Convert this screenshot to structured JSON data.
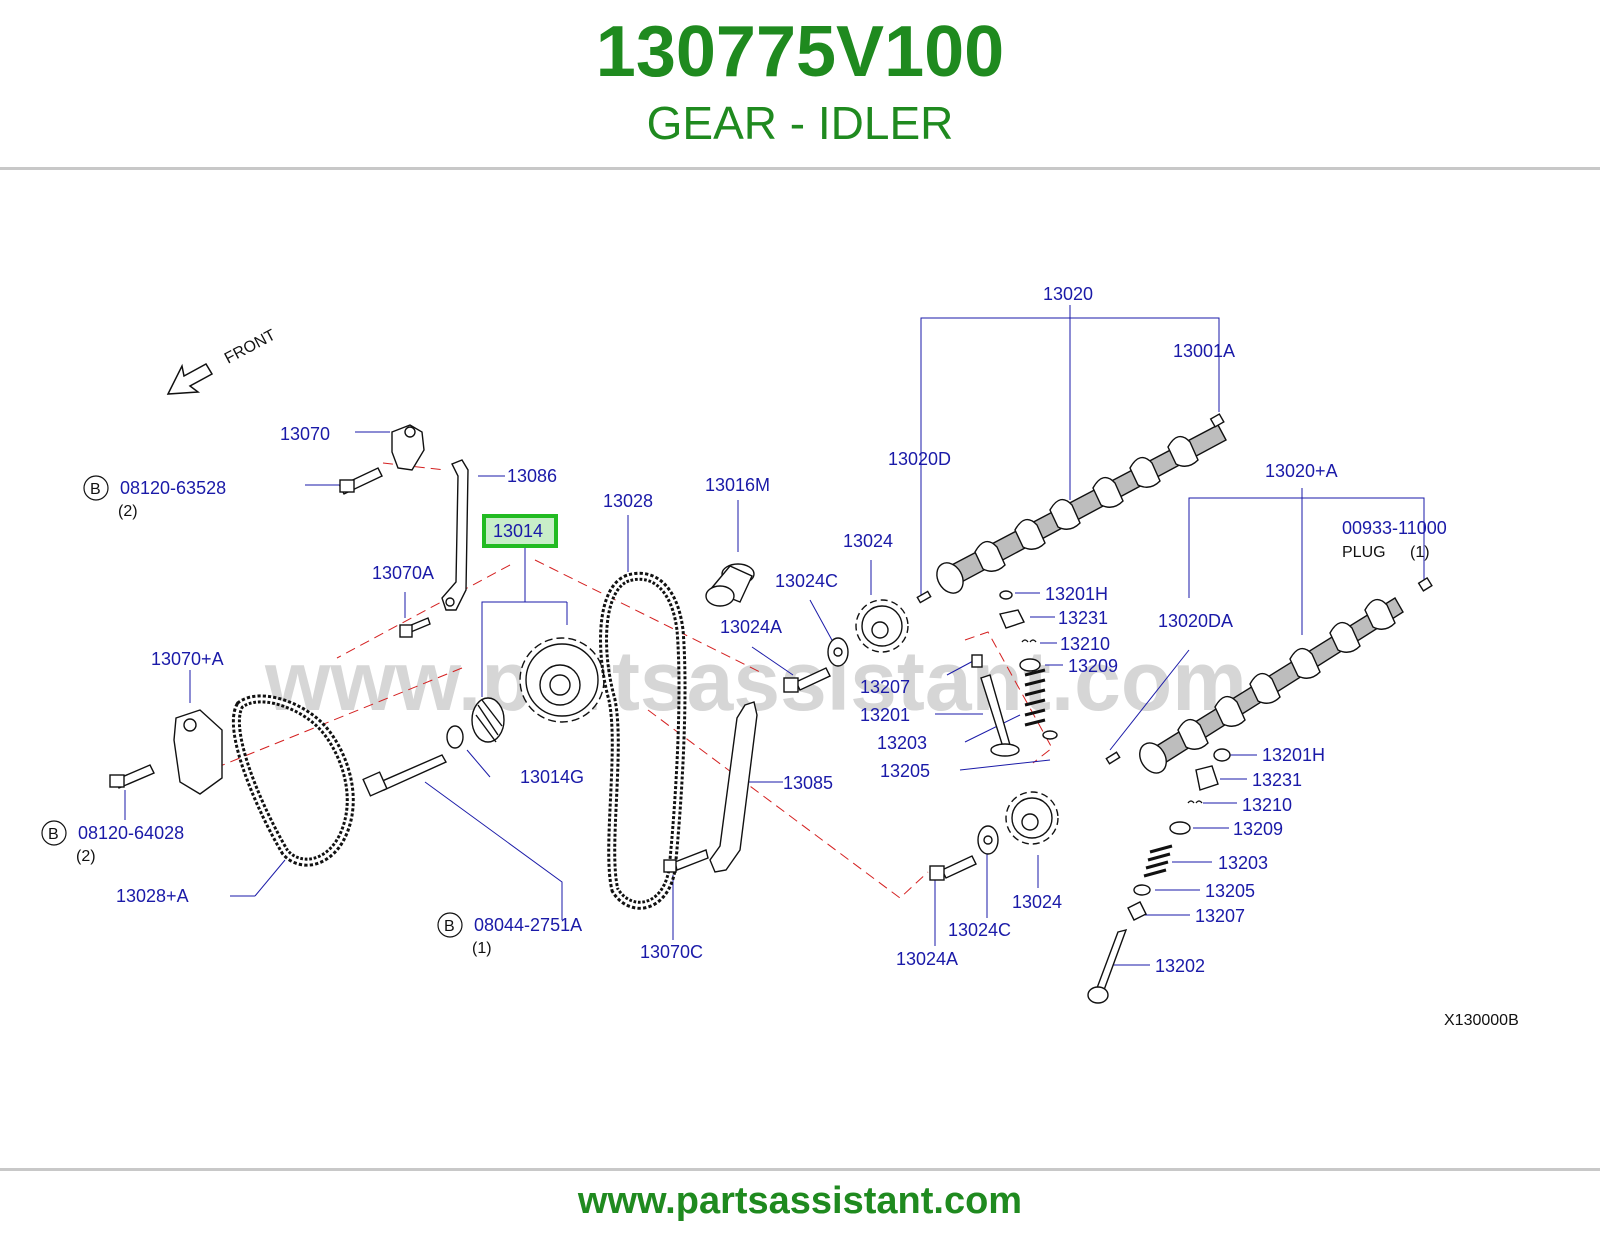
{
  "header": {
    "part_number": "130775V100",
    "part_name": "GEAR - IDLER"
  },
  "footer": {
    "url": "www.partsassistant.com"
  },
  "diagram": {
    "watermark": "www.partsassistant.com",
    "direction_label": "FRONT",
    "ref_code": "X130000B",
    "highlight_label": "13014",
    "labels": {
      "l13020": "13020",
      "l13001A": "13001A",
      "l13020D": "13020D",
      "l13020A": "13020+A",
      "l00933": "00933-11000",
      "plug": "PLUG",
      "plug_qty": "(1)",
      "l13070": "13070",
      "l08120_63528": "08120-63528",
      "qty_63528": "(2)",
      "l13086": "13086",
      "l13028": "13028",
      "l13016M": "13016M",
      "l13024_top": "13024",
      "l13024C_top": "13024C",
      "l13024A_top": "13024A",
      "l13070A": "13070A",
      "l13201H_a": "13201H",
      "l13231_a": "13231",
      "l13210_a": "13210",
      "l13209_a": "13209",
      "l13207_a": "13207",
      "l13201": "13201",
      "l13203_a": "13203",
      "l13205_a": "13205",
      "l13020DA": "13020DA",
      "l13070pA": "13070+A",
      "l13014G": "13014G",
      "l13085": "13085",
      "l08120_64028": "08120-64028",
      "qty_64028": "(2)",
      "l13028pA": "13028+A",
      "l08044": "08044-2751A",
      "qty_08044": "(1)",
      "l13070C": "13070C",
      "l13024A_bot": "13024A",
      "l13024C_bot": "13024C",
      "l13024_bot": "13024",
      "l13201H_b": "13201H",
      "l13231_b": "13231",
      "l13210_b": "13210",
      "l13209_b": "13209",
      "l13203_b": "13203",
      "l13205_b": "13205",
      "l13207_b": "13207",
      "l13202": "13202",
      "b1": "B",
      "b2": "B",
      "b3": "B"
    }
  }
}
